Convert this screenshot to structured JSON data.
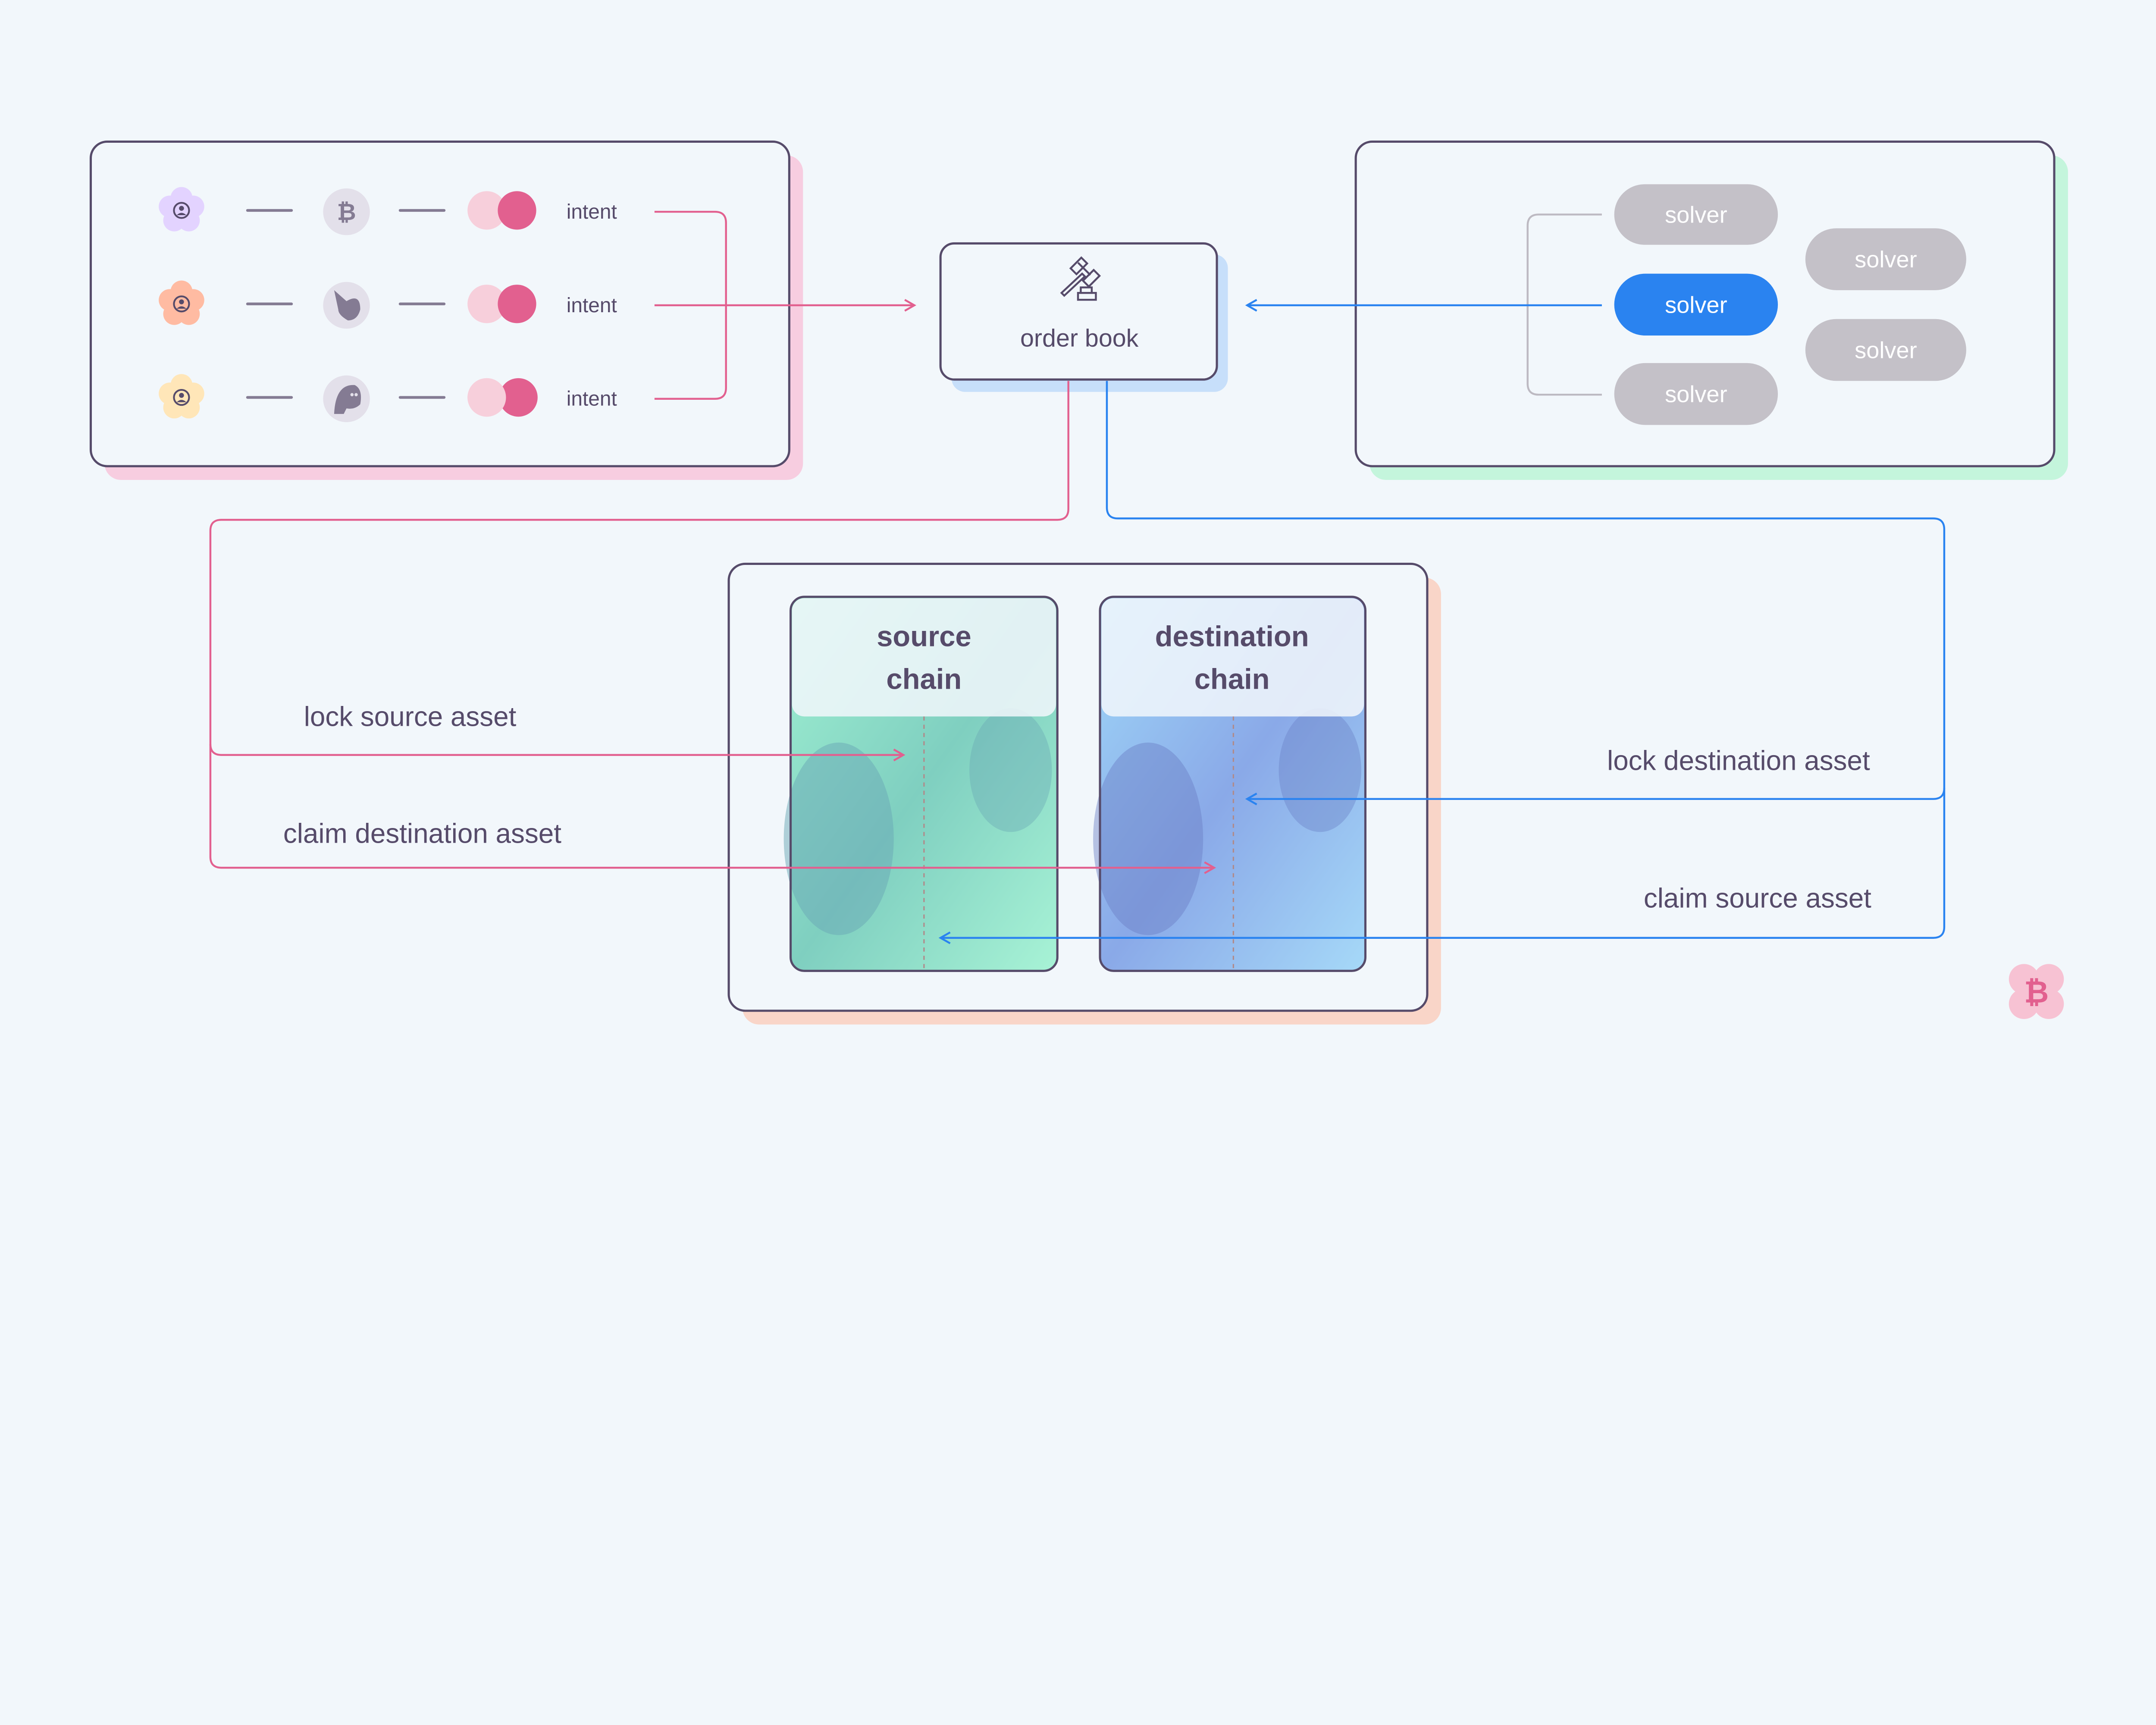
{
  "colors": {
    "background": "#f2f7fb",
    "border": "#564b6a",
    "pink": "#e2608f",
    "blue": "#2a83f0",
    "solver_grey": "#c4c1c8",
    "solver_active": "#2a83f0"
  },
  "users": [
    {
      "avatar": "user-icon",
      "avatar_color": "#e3d3ff",
      "asset_icon": "bitcoin-icon",
      "label": "intent"
    },
    {
      "avatar": "user-icon",
      "avatar_color": "#ffbba2",
      "asset_icon": "unicorn-icon",
      "label": "intent"
    },
    {
      "avatar": "user-icon",
      "avatar_color": "#ffe6b8",
      "asset_icon": "ghost-icon",
      "label": "intent"
    }
  ],
  "order_book": {
    "icon": "gavel-icon",
    "label": "order book"
  },
  "solvers": [
    {
      "label": "solver",
      "active": false
    },
    {
      "label": "solver",
      "active": true
    },
    {
      "label": "solver",
      "active": false
    },
    {
      "label": "solver",
      "active": false
    },
    {
      "label": "solver",
      "active": false
    }
  ],
  "chains": {
    "source": {
      "line1": "source",
      "line2": "chain"
    },
    "destination": {
      "line1": "destination",
      "line2": "chain"
    }
  },
  "flows": {
    "lock_source": "lock source asset",
    "claim_destination": "claim destination asset",
    "lock_destination": "lock destination asset",
    "claim_source": "claim source asset"
  },
  "logo": "bitcoin-logo-icon"
}
